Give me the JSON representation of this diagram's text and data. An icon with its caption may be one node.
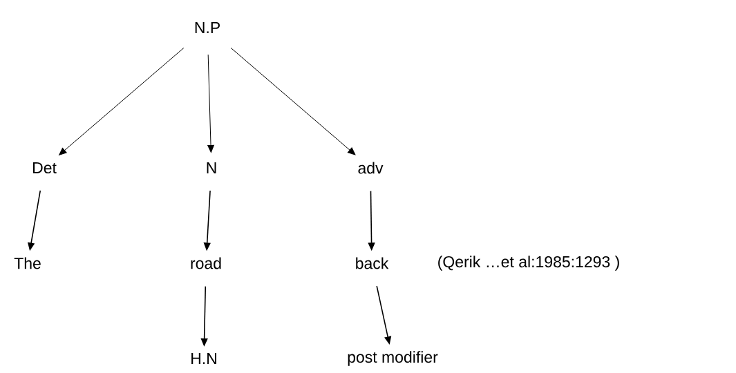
{
  "diagram": {
    "nodes": [
      {
        "text": [
          "N.P"
        ]
      },
      {
        "text": [
          "Det"
        ]
      },
      {
        "text": [
          "N"
        ]
      },
      {
        "text": [
          "adv"
        ]
      },
      {
        "text": [
          "The"
        ]
      },
      {
        "text": [
          "road"
        ]
      },
      {
        "text": [
          "back"
        ]
      },
      {
        "text": [
          "H.N"
        ]
      },
      {
        "text": [
          "post modifier"
        ]
      }
    ],
    "edges": [
      {
        "from": 0,
        "to": 1,
        "arrow": "to"
      },
      {
        "from": 0,
        "to": 2,
        "arrow": "to"
      },
      {
        "from": 0,
        "to": 3,
        "arrow": "to"
      },
      {
        "from": 1,
        "to": 4,
        "arrow": "to"
      },
      {
        "from": 2,
        "to": 5,
        "arrow": "to"
      },
      {
        "from": 3,
        "to": 6,
        "arrow": "to"
      },
      {
        "from": 5,
        "to": 7,
        "arrow": "to"
      },
      {
        "from": 6,
        "to": 8,
        "arrow": "to"
      }
    ],
    "labels": [
      "(Qerik …et al:1985:1293  )"
    ]
  }
}
